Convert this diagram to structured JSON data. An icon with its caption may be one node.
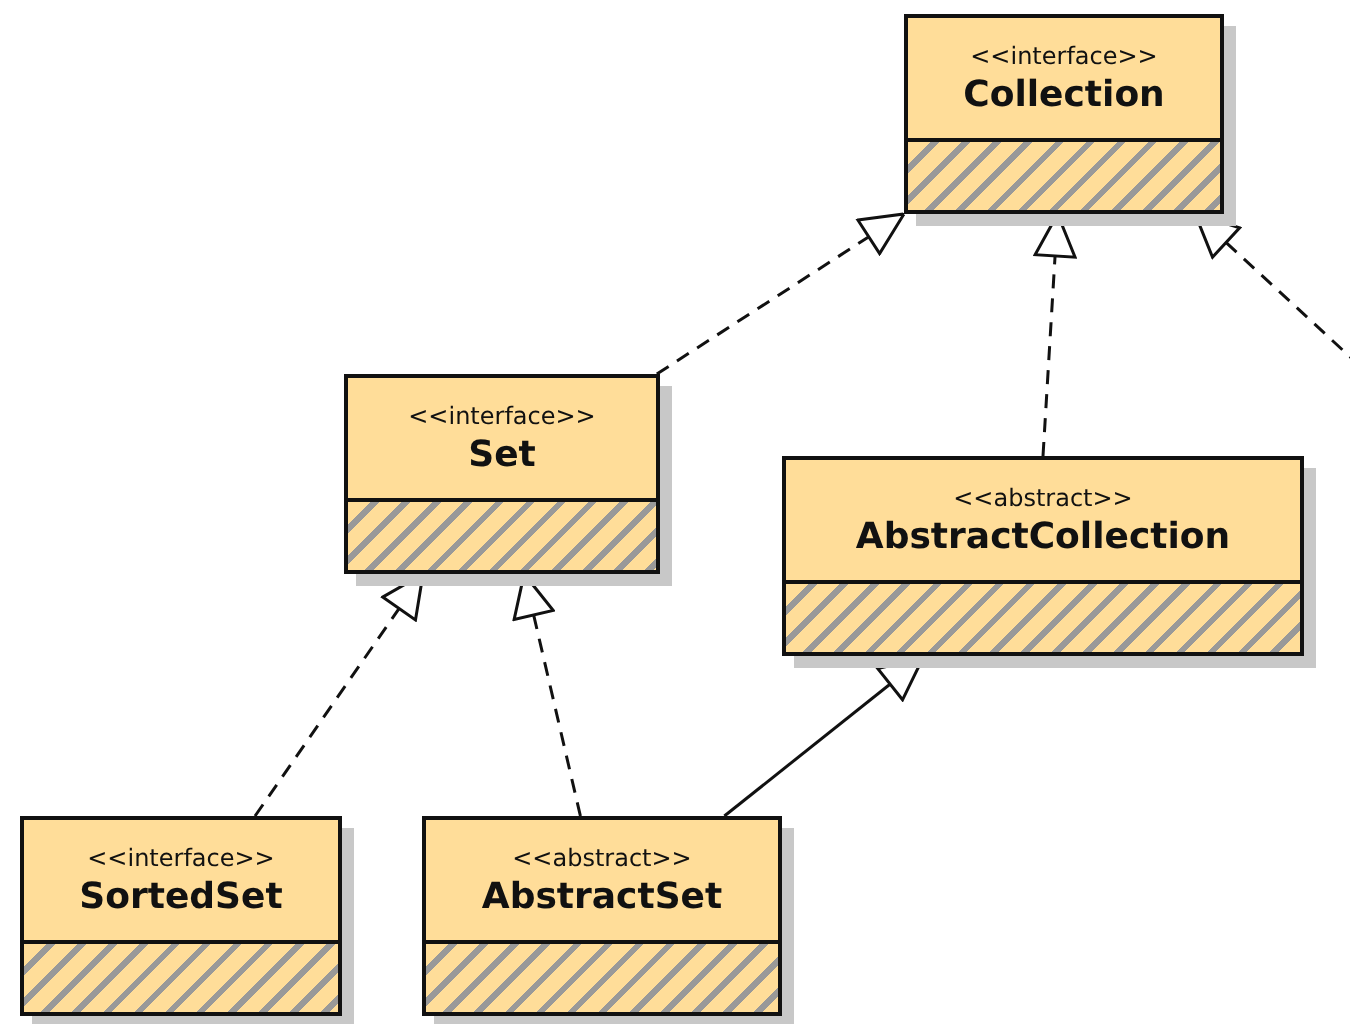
{
  "diagram": {
    "nodes": [
      {
        "text": [
          "<<interface>>",
          "Collection"
        ]
      },
      {
        "text": [
          "<<interface>>",
          "Set"
        ]
      },
      {
        "text": [
          "<<abstract>>",
          "AbstractCollection"
        ]
      },
      {
        "text": [
          "<<interface>>",
          "SortedSet"
        ]
      },
      {
        "text": [
          "<<abstract>>",
          "AbstractSet"
        ]
      }
    ],
    "edges": [
      {
        "from": 1,
        "to": 0,
        "arrow": "to",
        "style": "dashed"
      },
      {
        "from": 2,
        "to": 0,
        "arrow": "to",
        "style": "dashed"
      },
      {
        "from": null,
        "to": 0,
        "arrow": "to",
        "style": "dashed"
      },
      {
        "from": 3,
        "to": 1,
        "arrow": "to",
        "style": "dashed"
      },
      {
        "from": 4,
        "to": 1,
        "arrow": "to",
        "style": "dashed"
      },
      {
        "from": 4,
        "to": 2,
        "arrow": "to"
      }
    ]
  }
}
